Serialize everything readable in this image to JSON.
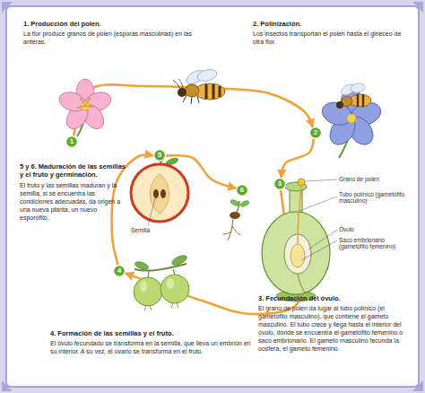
{
  "diagram": {
    "nodes": [
      {
        "text": [
          "1"
        ]
      },
      {
        "text": [
          "2"
        ]
      },
      {
        "text": [
          "3"
        ]
      },
      {
        "text": [
          "4"
        ]
      },
      {
        "text": [
          "5"
        ]
      },
      {
        "text": [
          "6"
        ]
      }
    ],
    "edges": [
      {
        "from": 0,
        "to": 1,
        "arrow": "to"
      },
      {
        "from": 1,
        "to": 2,
        "arrow": "to"
      },
      {
        "from": 2,
        "to": 3,
        "arrow": "to"
      },
      {
        "from": 3,
        "to": 4,
        "arrow": "to"
      },
      {
        "from": 4,
        "to": 5,
        "arrow": "to"
      }
    ],
    "labels": [
      "1. Producción del polen.",
      "La flor produce granos de polen (esporas masculinas) en las anteras.",
      "2. Polinización.",
      "Los insectos transportan el polen hasta el gineceo de otra flor.",
      "5 y 6. Maduración de las semillas y el fruto y germinación.",
      "El fruto y las semillas maduran y la semilla, si se encuentra las condiciones adecuadas, da origen a una nueva planta, un nuevo esporófito.",
      "Semilla",
      "Grano de polen",
      "Tubo polínico (gametófito masculino)",
      "Óvulo",
      "Saco embrionario (gametófito femenino)",
      "3. Fecundación del óvulo.",
      "El grano de polen da lugar al tubo polínico (el gametófito masculino), que contiene el gameto masculino. El tubo crece y llega hasta el interior del óvulo, donde se encuentra el gametófito femenino o saco embrionario. El gameto masculino fecunda la oosfera, el gameto femenino.",
      "4. Formación de las semillas y el fruto.",
      "El óvulo fecundado se transforma en la semilla, que lleva un embrión en su interior. A su vez, el ovario se transforma en el fruto."
    ]
  }
}
